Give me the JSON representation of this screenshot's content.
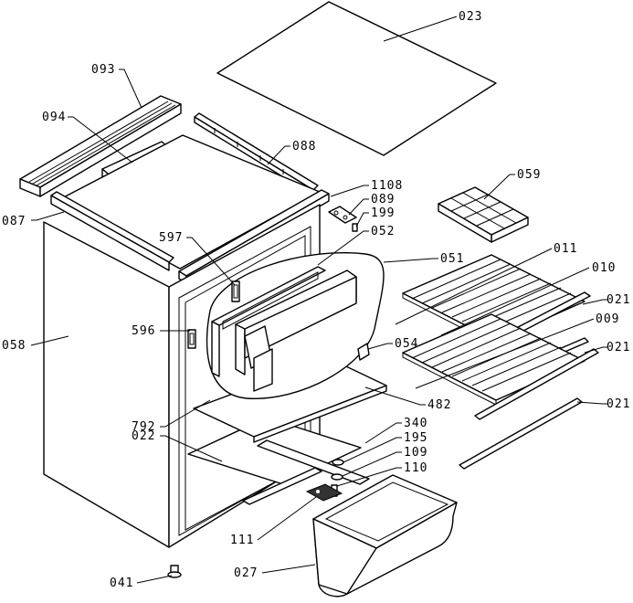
{
  "diagram": {
    "type": "exploded-parts-diagram",
    "line_color": "#000000",
    "background": "#ffffff",
    "labels": {
      "p023": "023",
      "p093": "093",
      "p094": "094",
      "p088": "088",
      "p1108": "1108",
      "p089": "089",
      "p199": "199",
      "p059": "059",
      "p087": "087",
      "p597": "597",
      "p052": "052",
      "p051": "051",
      "p011": "011",
      "p010": "010",
      "p021a": "021",
      "p009": "009",
      "p021b": "021",
      "p021c": "021",
      "p058": "058",
      "p596": "596",
      "p054": "054",
      "p792": "792",
      "p482": "482",
      "p340": "340",
      "p022": "022",
      "p195": "195",
      "p109": "109",
      "p110": "110",
      "p111": "111",
      "p027": "027",
      "p041": "041"
    }
  }
}
